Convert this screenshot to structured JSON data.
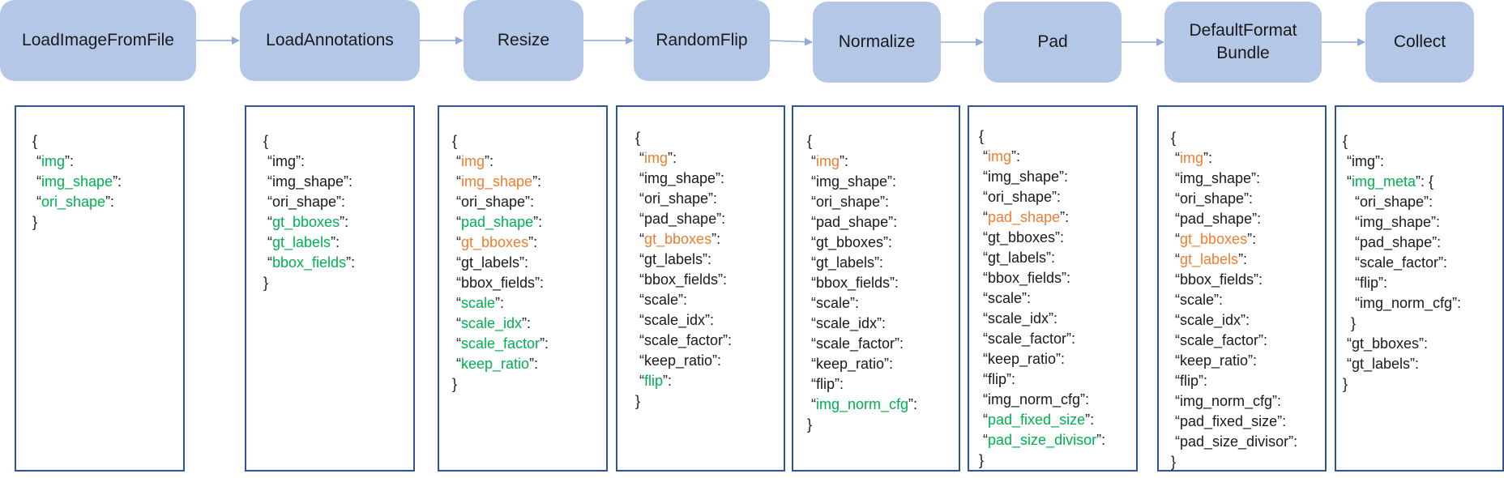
{
  "colors": {
    "new": "#00b050",
    "modified": "#ed7d31",
    "unchanged": "#1a1a1a",
    "node_fill": "#b4c7e7",
    "panel_border": "#2f5597",
    "arrow": "#8faadc"
  },
  "steps": [
    {
      "label": "LoadImageFromFile",
      "lines": [
        {
          "t": "{"
        },
        {
          "p": "“",
          "k": "img",
          "c": "new",
          "s": "”:"
        },
        {
          "p": "“",
          "k": "img_shape",
          "c": "new",
          "s": "”:"
        },
        {
          "p": "“",
          "k": "ori_shape",
          "c": "new",
          "s": "”:"
        },
        {
          "t": "}"
        }
      ]
    },
    {
      "label": "LoadAnnotations",
      "lines": [
        {
          "t": "{"
        },
        {
          "t": "“img”:"
        },
        {
          "t": "“img_shape”:"
        },
        {
          "t": "“ori_shape”:"
        },
        {
          "p": "“",
          "k": "gt_bboxes",
          "c": "new",
          "s": "”:"
        },
        {
          "p": "“",
          "k": "gt_labels",
          "c": "new",
          "s": "”:"
        },
        {
          "p": "“",
          "k": "bbox_fields",
          "c": "new",
          "s": "”:"
        },
        {
          "t": "}"
        }
      ]
    },
    {
      "label": "Resize",
      "lines": [
        {
          "t": "{"
        },
        {
          "p": "“",
          "k": "img",
          "c": "modified",
          "s": "”:"
        },
        {
          "p": "“",
          "k": "img_shape",
          "c": "modified",
          "s": "”:"
        },
        {
          "t": "“ori_shape”:"
        },
        {
          "p": "“",
          "k": "pad_shape",
          "c": "new",
          "s": "”:"
        },
        {
          "p": "“",
          "k": "gt_bboxes",
          "c": "modified",
          "s": "”:"
        },
        {
          "t": "“gt_labels”:"
        },
        {
          "t": "“bbox_fields”:"
        },
        {
          "p": "“",
          "k": "scale",
          "c": "new",
          "s": "”:"
        },
        {
          "p": "“",
          "k": "scale_idx",
          "c": "new",
          "s": "”:"
        },
        {
          "p": "“",
          "k": "scale_factor",
          "c": "new",
          "s": "”:"
        },
        {
          "p": "“",
          "k": "keep_ratio",
          "c": "new",
          "s": "”:"
        },
        {
          "t": "}"
        }
      ]
    },
    {
      "label": "RandomFlip",
      "lines": [
        {
          "t": "{"
        },
        {
          "p": "“",
          "k": "img",
          "c": "modified",
          "s": "”:"
        },
        {
          "t": "“img_shape”:"
        },
        {
          "t": "“ori_shape”:"
        },
        {
          "t": "“pad_shape”:"
        },
        {
          "p": "“",
          "k": "gt_bboxes",
          "c": "modified",
          "s": "”:"
        },
        {
          "t": "“gt_labels”:"
        },
        {
          "t": "“bbox_fields”:"
        },
        {
          "t": "“scale”:"
        },
        {
          "t": "“scale_idx”:"
        },
        {
          "t": "“scale_factor”:"
        },
        {
          "t": "“keep_ratio”:"
        },
        {
          "p": "“",
          "k": "flip",
          "c": "new",
          "s": "”:"
        },
        {
          "t": "}"
        }
      ]
    },
    {
      "label": "Normalize",
      "lines": [
        {
          "t": "{"
        },
        {
          "p": "“",
          "k": "img",
          "c": "modified",
          "s": "”:"
        },
        {
          "t": "“img_shape”:"
        },
        {
          "t": "“ori_shape”:"
        },
        {
          "t": "“pad_shape”:"
        },
        {
          "t": "“gt_bboxes”:"
        },
        {
          "t": "“gt_labels”:"
        },
        {
          "t": "“bbox_fields”:"
        },
        {
          "t": "“scale”:"
        },
        {
          "t": "“scale_idx”:"
        },
        {
          "t": "“scale_factor”:"
        },
        {
          "t": "“keep_ratio”:"
        },
        {
          "t": "“flip”:"
        },
        {
          "p": "“",
          "k": "img_norm_cfg",
          "c": "new",
          "s": "”:"
        },
        {
          "t": "}"
        }
      ]
    },
    {
      "label": "Pad",
      "lines": [
        {
          "t": "{"
        },
        {
          "p": "“",
          "k": "img",
          "c": "modified",
          "s": "”:"
        },
        {
          "t": "“img_shape”:"
        },
        {
          "t": "“ori_shape”:"
        },
        {
          "p": "“",
          "k": "pad_shape",
          "c": "modified",
          "s": "”:"
        },
        {
          "t": "“gt_bboxes”:"
        },
        {
          "t": "“gt_labels”:"
        },
        {
          "t": "“bbox_fields”:"
        },
        {
          "t": "“scale”:"
        },
        {
          "t": "“scale_idx”:"
        },
        {
          "t": "“scale_factor”:"
        },
        {
          "t": "“keep_ratio”:"
        },
        {
          "t": "“flip”:"
        },
        {
          "t": "“img_norm_cfg”:"
        },
        {
          "p": "“",
          "k": "pad_fixed_size",
          "c": "new",
          "s": "”:"
        },
        {
          "p": "“",
          "k": "pad_size_divisor",
          "c": "new",
          "s": "”:"
        },
        {
          "t": "}"
        }
      ]
    },
    {
      "label": "DefaultFormat\nBundle",
      "lines": [
        {
          "t": "{"
        },
        {
          "p": "“",
          "k": "img",
          "c": "modified",
          "s": "”:"
        },
        {
          "t": "“img_shape”:"
        },
        {
          "t": "“ori_shape”:"
        },
        {
          "t": "“pad_shape”:"
        },
        {
          "p": "“",
          "k": "gt_bboxes",
          "c": "modified",
          "s": "”:"
        },
        {
          "p": "“",
          "k": "gt_labels",
          "c": "modified",
          "s": "”:"
        },
        {
          "t": "“bbox_fields”:"
        },
        {
          "t": "“scale”:"
        },
        {
          "t": "“scale_idx”:"
        },
        {
          "t": "“scale_factor”:"
        },
        {
          "t": "“keep_ratio”:"
        },
        {
          "t": "“flip”:"
        },
        {
          "t": "“img_norm_cfg”:"
        },
        {
          "t": "“pad_fixed_size”:"
        },
        {
          "t": "“pad_size_divisor”:"
        },
        {
          "t": "}"
        }
      ]
    },
    {
      "label": "Collect",
      "lines": [
        {
          "t": "{"
        },
        {
          "t": "“img”:"
        },
        {
          "p": "“",
          "k": "img_meta",
          "c": "new",
          "s": "”: {"
        },
        {
          "t": "  “ori_shape”:"
        },
        {
          "t": "  “img_shape”:"
        },
        {
          "t": "  “pad_shape”:"
        },
        {
          "t": "  “scale_factor”:"
        },
        {
          "t": "  “flip”:"
        },
        {
          "t": "  “img_norm_cfg”:"
        },
        {
          "t": " }"
        },
        {
          "t": "“gt_bboxes”:"
        },
        {
          "t": "“gt_labels”:"
        },
        {
          "t": "}"
        }
      ]
    }
  ]
}
